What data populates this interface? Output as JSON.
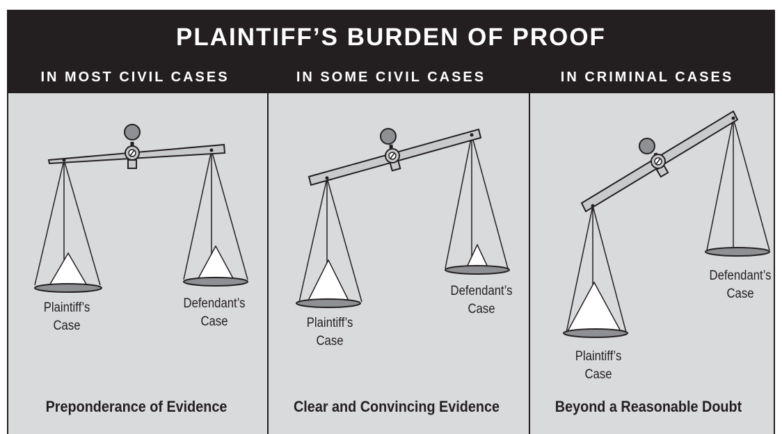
{
  "title": "PLAINTIFF’S BURDEN OF PROOF",
  "panels": [
    {
      "heading": "IN MOST CIVIL CASES",
      "plaintiff_label": "Plaintiff’s\nCase",
      "defendant_label": "Defendant’s\nCase",
      "standard": "Preponderance of Evidence"
    },
    {
      "heading": "IN SOME CIVIL CASES",
      "plaintiff_label": "Plaintiff’s\nCase",
      "defendant_label": "Defendant’s\nCase",
      "standard": "Clear and Convincing Evidence"
    },
    {
      "heading": "IN CRIMINAL CASES",
      "plaintiff_label": "Plaintiff’s\nCase",
      "defendant_label": "Defendant’s\nCase",
      "standard": "Beyond a Reasonable Doubt"
    }
  ],
  "colors": {
    "header_bg": "#231f20",
    "panel_bg": "#d9dadc",
    "beam": "#c9cacc",
    "pan": "#3d3d3d"
  }
}
